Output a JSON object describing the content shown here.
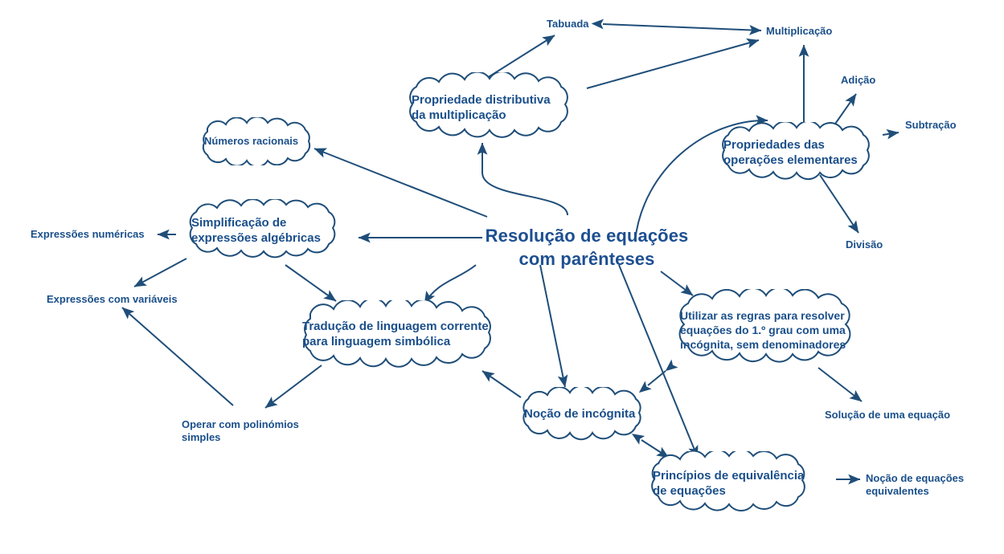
{
  "diagram": {
    "type": "mind-map",
    "title": "Resolução de equações\ncom parênteses",
    "language": "pt-PT",
    "colors": {
      "text": "#1a4f8a",
      "title": "#1d4f91",
      "stroke": "#1f4e79",
      "background": "#ffffff"
    },
    "center": {
      "label": "Resolução de equações\ncom parênteses"
    },
    "clouds": [
      {
        "id": "propriedade-distributiva",
        "label": "Propriedade distributiva\nda multiplicação"
      },
      {
        "id": "numeros-racionais",
        "label": "Números racionais"
      },
      {
        "id": "propriedades-operacoes",
        "label": "Propriedades das\noperações elementares"
      },
      {
        "id": "simplificacao-expressoes",
        "label": "Simplificação de\nexpressões algébricas"
      },
      {
        "id": "traducao-linguagem",
        "label": "Tradução de linguagem corrente\npara linguagem simbólica"
      },
      {
        "id": "utilizar-regras",
        "label": "Utilizar as regras para resolver\nequações do 1.º grau com uma\nincógnita, sem denominadores"
      },
      {
        "id": "nocao-incognita",
        "label": "Noção de incógnita"
      },
      {
        "id": "principios-equivalencia",
        "label": "Princípios de equivalência\nde equações"
      }
    ],
    "leaves": [
      {
        "id": "tabuada",
        "label": "Tabuada"
      },
      {
        "id": "multiplicacao",
        "label": "Multiplicação"
      },
      {
        "id": "adicao",
        "label": "Adição"
      },
      {
        "id": "subtracao",
        "label": "Subtração"
      },
      {
        "id": "divisao",
        "label": "Divisão"
      },
      {
        "id": "expressoes-numericas",
        "label": "Expressões numéricas"
      },
      {
        "id": "expressoes-variaveis",
        "label": "Expressões com variáveis"
      },
      {
        "id": "operar-polinomios",
        "label": "Operar com polinómios\nsimples"
      },
      {
        "id": "solucao-equacao",
        "label": "Solução de uma equação"
      },
      {
        "id": "nocao-equacoes-equivalentes",
        "label": "Noção de equações\nequivalentes"
      }
    ],
    "connections": [
      {
        "from": "tabuada",
        "to": "multiplicacao",
        "style": "bidirectional"
      },
      {
        "from": "propriedade-distributiva",
        "to": "tabuada",
        "style": "arrow"
      },
      {
        "from": "propriedade-distributiva",
        "to": "multiplicacao",
        "style": "arrow"
      },
      {
        "from": "center",
        "to": "propriedade-distributiva",
        "style": "curved-arrow"
      },
      {
        "from": "center",
        "to": "numeros-racionais",
        "style": "arrow"
      },
      {
        "from": "center",
        "to": "propriedades-operacoes",
        "style": "curved-arrow"
      },
      {
        "from": "propriedades-operacoes",
        "to": "multiplicacao",
        "style": "arrow"
      },
      {
        "from": "propriedades-operacoes",
        "to": "adicao",
        "style": "arrow"
      },
      {
        "from": "propriedades-operacoes",
        "to": "subtracao",
        "style": "arrow"
      },
      {
        "from": "propriedades-operacoes",
        "to": "divisao",
        "style": "arrow"
      },
      {
        "from": "center",
        "to": "simplificacao-expressoes",
        "style": "arrow"
      },
      {
        "from": "simplificacao-expressoes",
        "to": "expressoes-numericas",
        "style": "arrow"
      },
      {
        "from": "simplificacao-expressoes",
        "to": "expressoes-variaveis",
        "style": "arrow"
      },
      {
        "from": "simplificacao-expressoes",
        "to": "traducao-linguagem",
        "style": "arrow"
      },
      {
        "from": "center",
        "to": "traducao-linguagem",
        "style": "curved-arrow"
      },
      {
        "from": "traducao-linguagem",
        "to": "operar-polinomios",
        "style": "arrow"
      },
      {
        "from": "center",
        "to": "nocao-incognita",
        "style": "arrow"
      },
      {
        "from": "center",
        "to": "utilizar-regras",
        "style": "arrow"
      },
      {
        "from": "center",
        "to": "principios-equivalencia",
        "style": "arrow"
      },
      {
        "from": "utilizar-regras",
        "to": "solucao-equacao",
        "style": "arrow"
      },
      {
        "from": "utilizar-regras",
        "to": "nocao-incognita",
        "style": "bidirectional"
      },
      {
        "from": "nocao-incognita",
        "to": "principios-equivalencia",
        "style": "bidirectional"
      },
      {
        "from": "nocao-incognita",
        "to": "traducao-linguagem",
        "style": "arrow"
      },
      {
        "from": "principios-equivalencia",
        "to": "nocao-equacoes-equivalentes",
        "style": "arrow"
      }
    ]
  }
}
